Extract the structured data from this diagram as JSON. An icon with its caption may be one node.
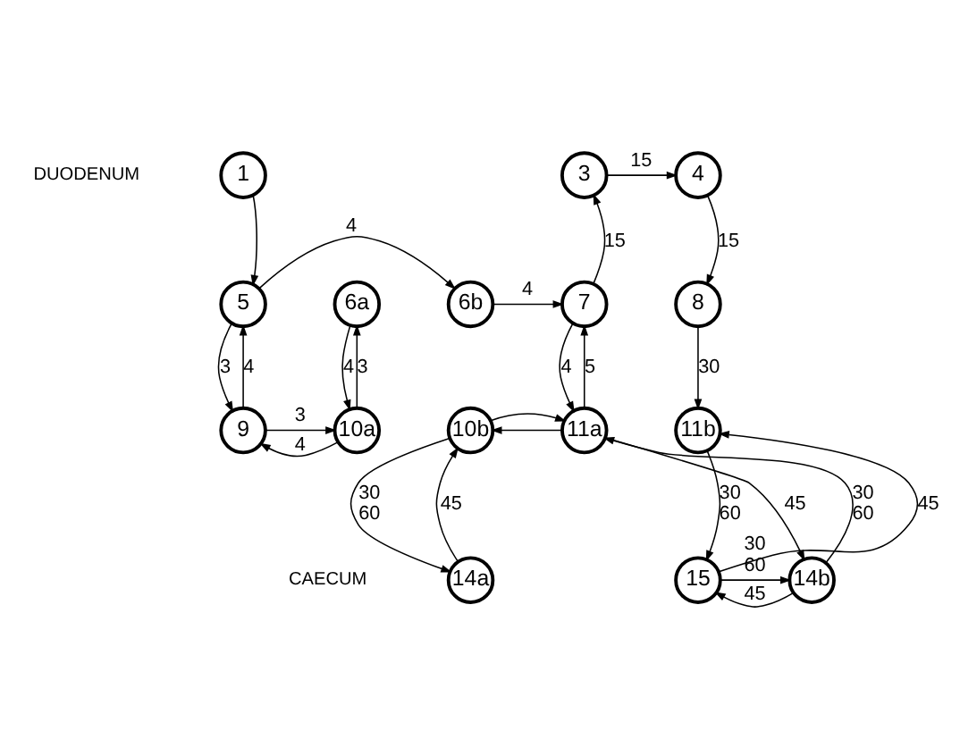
{
  "diagram": {
    "nodes": [
      {
        "text": [
          "1"
        ]
      },
      {
        "text": [
          "3"
        ]
      },
      {
        "text": [
          "4"
        ]
      },
      {
        "text": [
          "5"
        ]
      },
      {
        "text": [
          "6a"
        ]
      },
      {
        "text": [
          "6b"
        ]
      },
      {
        "text": [
          "7"
        ]
      },
      {
        "text": [
          "8"
        ]
      },
      {
        "text": [
          "9"
        ]
      },
      {
        "text": [
          "10a"
        ]
      },
      {
        "text": [
          "10b"
        ]
      },
      {
        "text": [
          "11a"
        ]
      },
      {
        "text": [
          "11b"
        ]
      },
      {
        "text": [
          "14a"
        ]
      },
      {
        "text": [
          "14b"
        ]
      },
      {
        "text": [
          "15"
        ]
      }
    ],
    "edges": [
      {
        "from": 0,
        "to": 3,
        "arrow": "to"
      },
      {
        "from": 3,
        "to": 5,
        "arrow": "to",
        "label": "4"
      },
      {
        "from": 5,
        "to": 6,
        "arrow": "to",
        "label": "4"
      },
      {
        "from": 6,
        "to": 1,
        "arrow": "to",
        "label": "15"
      },
      {
        "from": 1,
        "to": 2,
        "arrow": "to",
        "label": "15"
      },
      {
        "from": 2,
        "to": 7,
        "arrow": "to",
        "label": "15"
      },
      {
        "from": 7,
        "to": 12,
        "arrow": "to",
        "label": "30"
      },
      {
        "from": 3,
        "to": 8,
        "arrow": "to",
        "label": "3"
      },
      {
        "from": 8,
        "to": 3,
        "arrow": "to",
        "label": "4"
      },
      {
        "from": 9,
        "to": 4,
        "arrow": "to",
        "label": "3"
      },
      {
        "from": 4,
        "to": 9,
        "arrow": "to",
        "label": "4"
      },
      {
        "from": 8,
        "to": 9,
        "arrow": "to",
        "label": "3"
      },
      {
        "from": 9,
        "to": 8,
        "arrow": "to",
        "label": "4"
      },
      {
        "from": 6,
        "to": 11,
        "arrow": "to",
        "label": "4"
      },
      {
        "from": 11,
        "to": 6,
        "arrow": "to",
        "label": "5"
      },
      {
        "from": 11,
        "to": 10,
        "arrow": "to"
      },
      {
        "from": 10,
        "to": 11,
        "arrow": "to"
      },
      {
        "from": 10,
        "to": 13,
        "arrow": "to",
        "label": "30 60"
      },
      {
        "from": 13,
        "to": 10,
        "arrow": "to",
        "label": "45"
      },
      {
        "from": 14,
        "to": 11,
        "arrow": "to",
        "label": "30 60"
      },
      {
        "from": 11,
        "to": 14,
        "arrow": "to",
        "label": "45"
      },
      {
        "from": 12,
        "to": 15,
        "arrow": "to",
        "label": "30 60"
      },
      {
        "from": 15,
        "to": 12,
        "arrow": "to",
        "label": "45"
      },
      {
        "from": 15,
        "to": 14,
        "arrow": "to",
        "label": "30 60"
      },
      {
        "from": 14,
        "to": 15,
        "arrow": "to",
        "label": "45"
      }
    ],
    "labels": [
      "DUODENUM",
      "CAECUM"
    ]
  }
}
